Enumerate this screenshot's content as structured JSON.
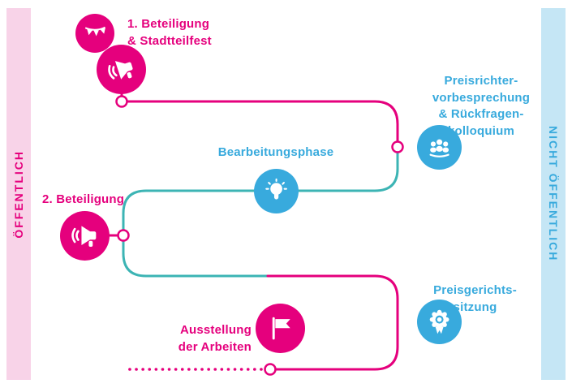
{
  "bands": {
    "left": {
      "label": "ÖFFENTLICH"
    },
    "right": {
      "label": "NICHT ÖFFENTLICH"
    }
  },
  "steps": {
    "participation1": {
      "lines": [
        "1. Beteiligung",
        "& Stadtteilfest"
      ]
    },
    "jury_briefing": {
      "lines": [
        "Preisrichter-",
        "vorbesprechung",
        "& Rückfragen-",
        "kolloquium"
      ]
    },
    "work_phase": {
      "lines": [
        "Bearbeitungsphase"
      ]
    },
    "participation2": {
      "lines": [
        "2. Beteiligung"
      ]
    },
    "jury_session": {
      "lines": [
        "Preisgerichts-",
        "sitzung"
      ]
    },
    "exhibition": {
      "lines": [
        "Ausstellung",
        "der Arbeiten"
      ]
    }
  },
  "icons": {
    "bunting": "pennant-banner",
    "megaphone": "megaphone",
    "jury_people": "three-people-meeting",
    "lightbulb": "idea-lightbulb",
    "rosette": "award-rosette",
    "flag": "flag"
  },
  "colors": {
    "pink": "#e5007d",
    "pink-light": "#f8d3e8",
    "blue": "#38aadd",
    "blue-light": "#c5e6f5",
    "teal": "#3cb4b4"
  }
}
